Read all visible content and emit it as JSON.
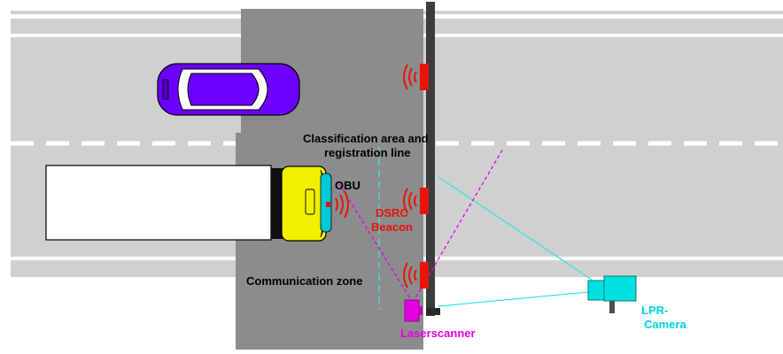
{
  "labels": {
    "classification_line1": "Classification area and",
    "classification_line2": "registration line",
    "obu": "OBU",
    "dsrc_line1": "DSRC",
    "dsrc_line2": "Beacon",
    "communication_zone": "Communication zone",
    "laserscanner": "Laserscanner",
    "lpr_line1": "LPR-",
    "lpr_line2": "Camera"
  },
  "colors": {
    "road": "#d0d0d0",
    "toll_zone": "#8c8c8c",
    "gantry": "#3c3c3c",
    "beacon": "#e8140a",
    "car": "#6b00ff",
    "truck_cab": "#f0f000",
    "windshield": "#00c8d8",
    "laser": "#e600e6",
    "camera": "#00e0e0",
    "camera_view": "#40e0e0"
  }
}
